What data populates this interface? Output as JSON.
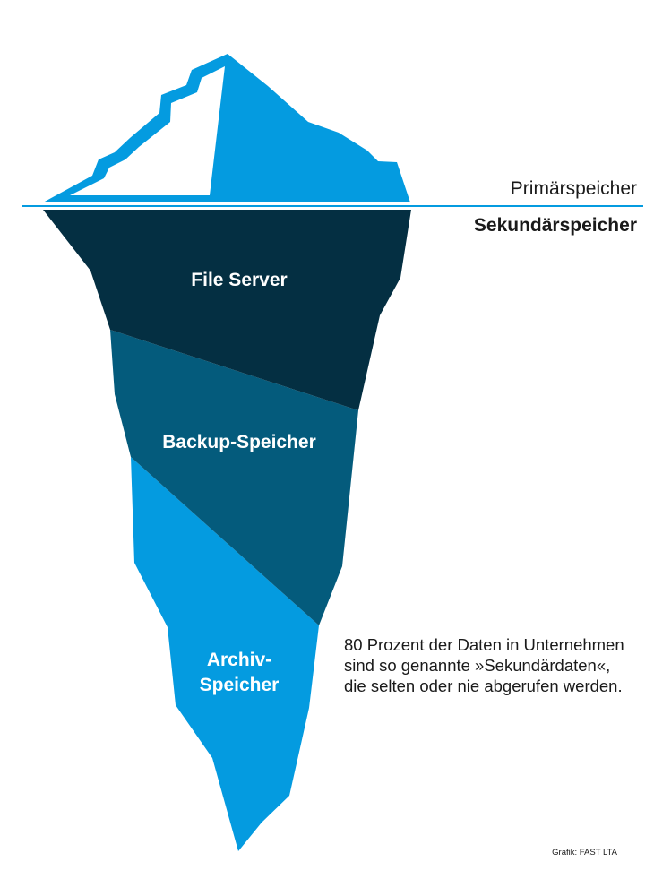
{
  "colors": {
    "ice_light": "#049be0",
    "layer_file_server": "#042f42",
    "layer_backup": "#045b7c",
    "layer_archive": "#049be0",
    "text_dark": "#1a1a1a",
    "text_white": "#ffffff",
    "waterline": "#049be0"
  },
  "labels": {
    "primary_storage": "Primärspeicher",
    "secondary_storage": "Sekundärspeicher"
  },
  "layers": {
    "file_server": "File Server",
    "backup": "Backup-Speicher",
    "archive_line1": "Archiv-",
    "archive_line2": "Speicher"
  },
  "note": {
    "line1": "80 Prozent der Daten in Unternehmen",
    "line2": "sind so genannte »Sekundärdaten«,",
    "line3": "die selten oder nie abgerufen werden."
  },
  "credit": "Grafik: FAST LTA"
}
